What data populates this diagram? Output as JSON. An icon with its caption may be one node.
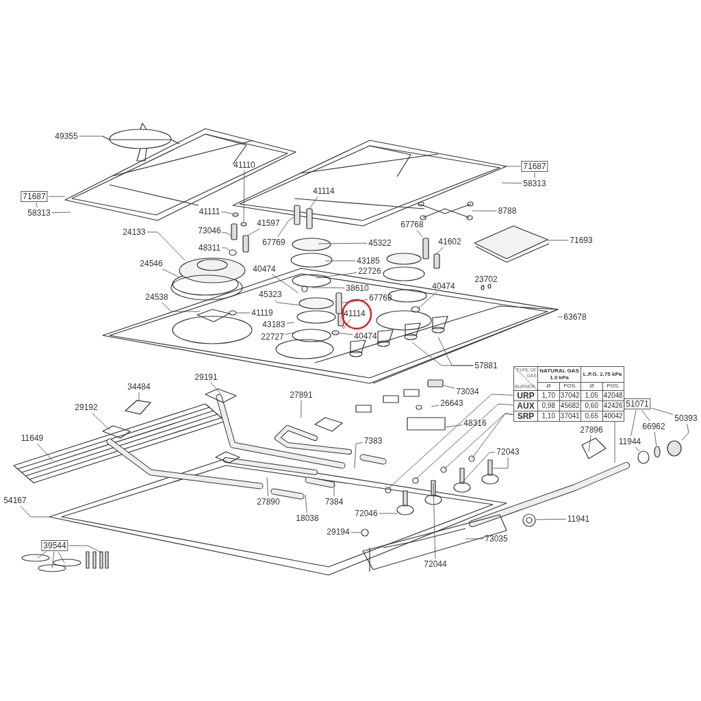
{
  "diagram": {
    "nodes": [
      {
        "text": [
          "49355"
        ]
      },
      {
        "text": [
          "71687"
        ]
      },
      {
        "text": [
          "58313"
        ]
      },
      {
        "text": [
          "41110"
        ]
      },
      {
        "text": [
          "41114"
        ]
      },
      {
        "text": [
          "71687"
        ]
      },
      {
        "text": [
          "58313"
        ]
      },
      {
        "text": [
          "41111"
        ]
      },
      {
        "text": [
          "8788"
        ]
      },
      {
        "text": [
          "41597"
        ]
      },
      {
        "text": [
          "67768"
        ]
      },
      {
        "text": [
          "73046"
        ]
      },
      {
        "text": [
          "24133"
        ]
      },
      {
        "text": [
          "71693"
        ]
      },
      {
        "text": [
          "67769"
        ]
      },
      {
        "text": [
          "45322"
        ]
      },
      {
        "text": [
          "41602"
        ]
      },
      {
        "text": [
          "48311"
        ]
      },
      {
        "text": [
          "43185"
        ]
      },
      {
        "text": [
          "24546"
        ]
      },
      {
        "text": [
          "40474"
        ]
      },
      {
        "text": [
          "22726"
        ]
      },
      {
        "text": [
          "23702"
        ]
      },
      {
        "text": [
          "40474"
        ]
      },
      {
        "text": [
          "38610"
        ]
      },
      {
        "text": [
          "45323"
        ]
      },
      {
        "text": [
          "24538"
        ]
      },
      {
        "text": [
          "67768"
        ]
      },
      {
        "text": [
          "41119"
        ]
      },
      {
        "text": [
          "41114"
        ]
      },
      {
        "text": [
          "63678"
        ]
      },
      {
        "text": [
          "43183"
        ]
      },
      {
        "text": [
          "40474"
        ]
      },
      {
        "text": [
          "22727"
        ]
      },
      {
        "text": [
          "57881"
        ]
      },
      {
        "text": [
          "29191"
        ]
      },
      {
        "text": [
          "34484"
        ]
      },
      {
        "text": [
          "73034"
        ]
      },
      {
        "text": [
          "27891"
        ]
      },
      {
        "text": [
          "URP"
        ]
      },
      {
        "text": [
          "AUX"
        ]
      },
      {
        "text": [
          "SRP"
        ]
      },
      {
        "text": [
          "51071"
        ]
      },
      {
        "text": [
          "26643"
        ]
      },
      {
        "text": [
          "29192"
        ]
      },
      {
        "text": [
          "50393"
        ]
      },
      {
        "text": [
          "48316"
        ]
      },
      {
        "text": [
          "66962"
        ]
      },
      {
        "text": [
          "27896"
        ]
      },
      {
        "text": [
          "11649"
        ]
      },
      {
        "text": [
          "11944"
        ]
      },
      {
        "text": [
          "7383"
        ]
      },
      {
        "text": [
          "72043"
        ]
      },
      {
        "text": [
          "54167"
        ]
      },
      {
        "text": [
          "27890"
        ]
      },
      {
        "text": [
          "7384"
        ]
      },
      {
        "text": [
          "72046"
        ]
      },
      {
        "text": [
          "18038"
        ]
      },
      {
        "text": [
          "11941"
        ]
      },
      {
        "text": [
          "29194"
        ]
      },
      {
        "text": [
          "73035"
        ]
      },
      {
        "text": [
          "39544"
        ]
      },
      {
        "text": [
          "72044"
        ]
      },
      {
        "text": [],
        "shape": "circle"
      },
      {
        "text": [],
        "shape": "box"
      },
      {
        "text": [],
        "shape": "box"
      },
      {
        "text": [],
        "shape": "circle"
      },
      {
        "text": [],
        "shape": "box"
      },
      {
        "text": [],
        "shape": "circle"
      },
      {
        "text": [],
        "shape": "circle"
      },
      {
        "text": [],
        "shape": "box"
      },
      {
        "text": [],
        "shape": "circle"
      }
    ],
    "edges": [
      {
        "from": 0,
        "to": null,
        "arrow": "none"
      },
      {
        "from": 1,
        "to": null,
        "arrow": "none"
      },
      {
        "from": 1,
        "to": 2,
        "arrow": "none"
      },
      {
        "from": 2,
        "to": null,
        "arrow": "none"
      },
      {
        "from": 3,
        "to": 63,
        "arrow": "none"
      },
      {
        "from": 4,
        "to": 70,
        "arrow": "none"
      },
      {
        "from": 5,
        "to": null,
        "arrow": "none"
      },
      {
        "from": 5,
        "to": 6,
        "arrow": "none"
      },
      {
        "from": 6,
        "to": null,
        "arrow": "none"
      },
      {
        "from": 7,
        "to": 71,
        "arrow": "none"
      },
      {
        "from": 8,
        "to": null,
        "arrow": "none"
      },
      {
        "from": 9,
        "to": null,
        "arrow": "none"
      },
      {
        "from": 10,
        "to": null,
        "arrow": "none"
      },
      {
        "from": 11,
        "to": null,
        "arrow": "none"
      },
      {
        "from": 12,
        "to": null,
        "arrow": "none"
      },
      {
        "from": 13,
        "to": null,
        "arrow": "none"
      },
      {
        "from": 14,
        "to": 64,
        "arrow": "none"
      },
      {
        "from": 15,
        "to": null,
        "arrow": "none"
      },
      {
        "from": 16,
        "to": null,
        "arrow": "none"
      },
      {
        "from": 17,
        "to": null,
        "arrow": "none"
      },
      {
        "from": 18,
        "to": null,
        "arrow": "none"
      },
      {
        "from": 19,
        "to": null,
        "arrow": "none"
      },
      {
        "from": 20,
        "to": null,
        "arrow": "none"
      },
      {
        "from": 21,
        "to": null,
        "arrow": "none"
      },
      {
        "from": 22,
        "to": null,
        "arrow": "none"
      },
      {
        "from": 23,
        "to": null,
        "arrow": "none"
      },
      {
        "from": 24,
        "to": null,
        "arrow": "none"
      },
      {
        "from": 25,
        "to": null,
        "arrow": "none"
      },
      {
        "from": 26,
        "to": null,
        "arrow": "none"
      },
      {
        "from": 27,
        "to": 65,
        "arrow": "none"
      },
      {
        "from": 28,
        "to": null,
        "arrow": "none"
      },
      {
        "from": 29,
        "to": null,
        "arrow": "none"
      },
      {
        "from": 30,
        "to": null,
        "arrow": "none"
      },
      {
        "from": 31,
        "to": null,
        "arrow": "none"
      },
      {
        "from": 32,
        "to": 66,
        "arrow": "none"
      },
      {
        "from": 33,
        "to": null,
        "arrow": "none"
      },
      {
        "from": 34,
        "to": null,
        "arrow": "none"
      },
      {
        "from": 34,
        "to": null,
        "arrow": "none"
      },
      {
        "from": 35,
        "to": null,
        "arrow": "none"
      },
      {
        "from": 36,
        "to": null,
        "arrow": "none"
      },
      {
        "from": 37,
        "to": 67,
        "arrow": "none"
      },
      {
        "from": 38,
        "to": null,
        "arrow": "none"
      },
      {
        "from": 39,
        "to": null,
        "arrow": "none"
      },
      {
        "from": 40,
        "to": null,
        "arrow": "none"
      },
      {
        "from": 41,
        "to": null,
        "arrow": "none"
      },
      {
        "from": 41,
        "to": null,
        "arrow": "none"
      },
      {
        "from": 42,
        "to": null,
        "arrow": "none"
      },
      {
        "from": 42,
        "to": 50,
        "arrow": "none"
      },
      {
        "from": 42,
        "to": 47,
        "arrow": "none"
      },
      {
        "from": 42,
        "to": 45,
        "arrow": "none"
      },
      {
        "from": 43,
        "to": null,
        "arrow": "none"
      },
      {
        "from": 44,
        "to": null,
        "arrow": "none"
      },
      {
        "from": 45,
        "to": 68,
        "arrow": "none"
      },
      {
        "from": 46,
        "to": null,
        "arrow": "none"
      },
      {
        "from": 47,
        "to": 69,
        "arrow": "none"
      },
      {
        "from": 48,
        "to": null,
        "arrow": "none"
      },
      {
        "from": 49,
        "to": null,
        "arrow": "none"
      },
      {
        "from": 50,
        "to": null,
        "arrow": "none"
      },
      {
        "from": 51,
        "to": null,
        "arrow": "none"
      },
      {
        "from": 52,
        "to": null,
        "arrow": "none"
      },
      {
        "from": 52,
        "to": null,
        "arrow": "none"
      },
      {
        "from": 53,
        "to": null,
        "arrow": "none"
      },
      {
        "from": 54,
        "to": null,
        "arrow": "none"
      },
      {
        "from": 55,
        "to": null,
        "arrow": "none"
      },
      {
        "from": 56,
        "to": null,
        "arrow": "none"
      },
      {
        "from": 57,
        "to": null,
        "arrow": "none"
      },
      {
        "from": 58,
        "to": null,
        "arrow": "none"
      },
      {
        "from": 59,
        "to": null,
        "arrow": "none"
      },
      {
        "from": 60,
        "to": null,
        "arrow": "none"
      },
      {
        "from": 61,
        "to": null,
        "arrow": "none"
      },
      {
        "from": 61,
        "to": null,
        "arrow": "none"
      },
      {
        "from": 61,
        "to": null,
        "arrow": "none"
      },
      {
        "from": 61,
        "to": null,
        "arrow": "none"
      },
      {
        "from": 62,
        "to": null,
        "arrow": "none"
      }
    ],
    "labels": [
      "TYPE OF GAS",
      "NATURAL GAS 1.0 kPa",
      "L.P.G. 2.75 kPa",
      "BURNER",
      "Ø",
      "POS.",
      "Ø",
      "POS.",
      "1,70",
      "37042",
      "1,05",
      "42048",
      "0,98",
      "45682",
      "0,60",
      "42426",
      "1,10",
      "37041",
      "0,65",
      "40042"
    ]
  }
}
